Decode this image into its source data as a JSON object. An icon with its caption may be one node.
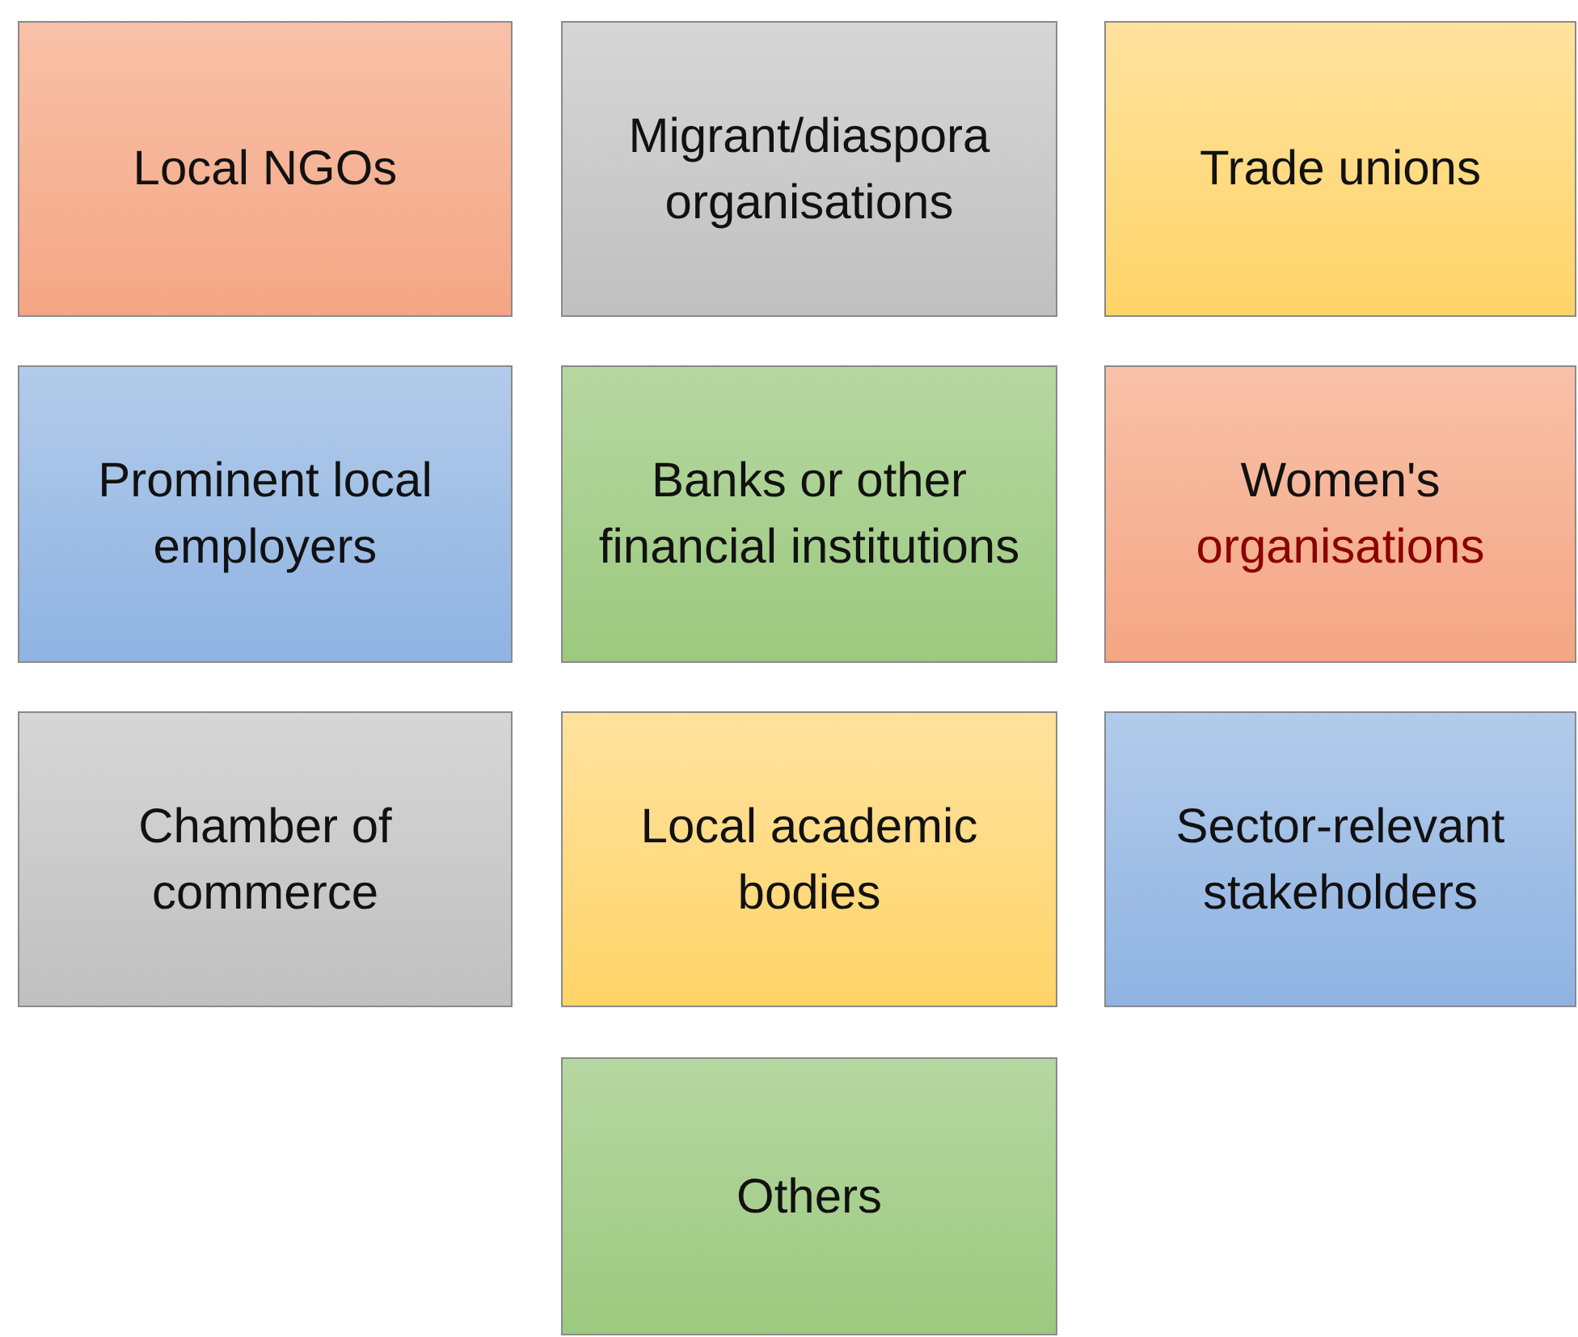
{
  "diagram": {
    "nodes": [
      {
        "text": [
          "Local NGOs"
        ]
      },
      {
        "text": [
          "Migrant/diaspora organisations"
        ]
      },
      {
        "text": [
          "Trade unions"
        ]
      },
      {
        "text": [
          "Prominent local employers"
        ]
      },
      {
        "text": [
          "Banks or other financial institutions"
        ]
      },
      {
        "text": [
          "Women's",
          "organisations"
        ]
      },
      {
        "text": [
          "Chamber of commerce"
        ]
      },
      {
        "text": [
          "Local academic bodies"
        ]
      },
      {
        "text": [
          "Sector-relevant stakeholders"
        ]
      },
      {
        "text": [
          "Others"
        ]
      }
    ]
  }
}
